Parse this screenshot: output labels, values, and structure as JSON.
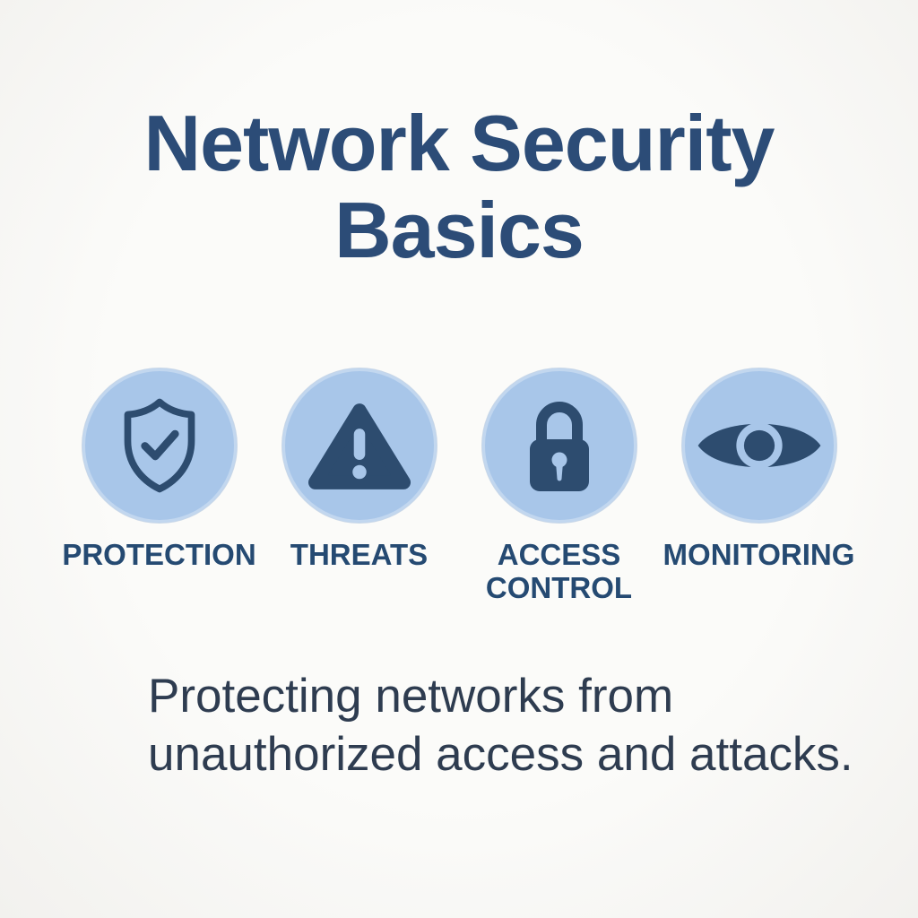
{
  "title": "Network Security Basics",
  "items": [
    {
      "label": "PROTECTION",
      "icon": "shield-check-icon"
    },
    {
      "label": "THREATS",
      "icon": "warning-triangle-icon"
    },
    {
      "label": "ACCESS CONTROL",
      "icon": "padlock-icon"
    },
    {
      "label": "MONITORING",
      "icon": "eye-icon"
    }
  ],
  "description": "Protecting networks from unauthorized access and attacks.",
  "colors": {
    "bg": "#fbfbf9",
    "title_text": "#2c4c77",
    "label_text": "#254a72",
    "desc_text": "#2e3c50",
    "circle_fill": "#a8c6e9",
    "icon_dark": "#2d4c6f",
    "icon_light": "#a8c6e9"
  }
}
